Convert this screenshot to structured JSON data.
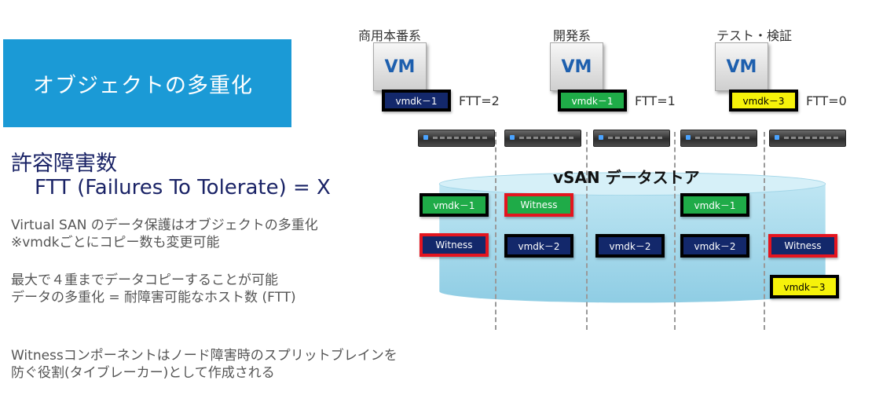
{
  "title": "オブジェクトの多重化",
  "ftt": {
    "label": "許容障害数",
    "formula": "FTT (Failures To Tolerate) = X"
  },
  "description": {
    "line1": "Virtual SAN のデータ保護はオブジェクトの多重化",
    "line2": "※vmdkごとにコピー数も変更可能",
    "line3": "最大で４重までデータコピーすることが可能",
    "line4": "データの多重化 = 耐障害可能なホスト数 (FTT)",
    "line5": "Witnessコンポーネントはノード障害時のスプリットブレインを",
    "line6": "防ぐ役割(タイブレーカー)として作成される"
  },
  "vms": [
    {
      "env": "商用本番系",
      "vm_label": "VM",
      "vmdk": "vmdk－1",
      "ftt": "FTT=2",
      "color": "#13286b"
    },
    {
      "env": "開発系",
      "vm_label": "VM",
      "vmdk": "vmdk－1",
      "ftt": "FTT=1",
      "color": "#1fab48"
    },
    {
      "env": "テスト・検証",
      "vm_label": "VM",
      "vmdk": "vmdk－3",
      "ftt": "FTT=0",
      "color": "#f6f20a"
    }
  ],
  "datastore": {
    "label": "vSAN データストア",
    "hosts": 5,
    "components": {
      "r1h1": "vmdk－1",
      "r1h2": "Witness",
      "r1h4": "vmdk－1",
      "r2h1": "Witness",
      "r2h2": "vmdk－2",
      "r2h3": "vmdk－2",
      "r2h4": "vmdk－2",
      "r2h5": "Witness",
      "r3h5": "vmdk－3"
    }
  },
  "colors": {
    "title_bg": "#1b9ad6",
    "heading_text": "#1a2366",
    "blue_vmdk": "#13286b",
    "green_vmdk": "#1fab48",
    "yellow_vmdk": "#f6f20a",
    "witness_border": "#e4151f",
    "datastore_fill": "#a9dced"
  }
}
